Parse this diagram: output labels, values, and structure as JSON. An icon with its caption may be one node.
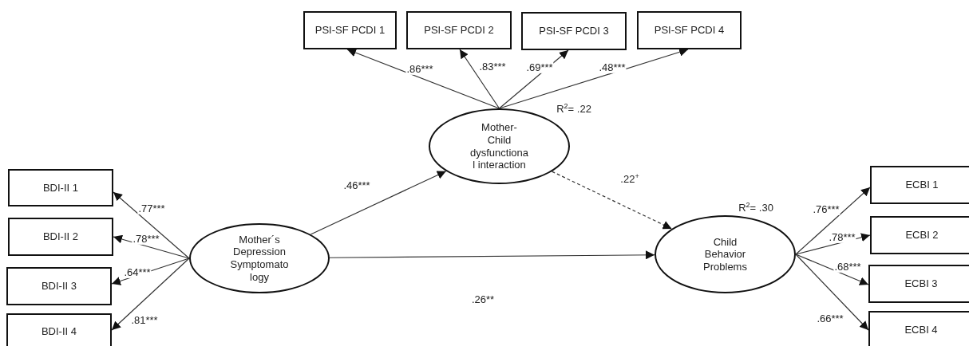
{
  "diagram": {
    "nodes": [
      {
        "text": [
          "PSI-SF PCDI 1"
        ]
      },
      {
        "text": [
          "PSI-SF PCDI 2"
        ]
      },
      {
        "text": [
          "PSI-SF PCDI 3"
        ]
      },
      {
        "text": [
          "PSI-SF PCDI 4"
        ]
      },
      {
        "text": [
          "Mother- Child dysfunctiona l interaction"
        ]
      },
      {
        "text": [
          "Mother´s Depression Symptomato logy"
        ]
      },
      {
        "text": [
          "Child Behavior Problems"
        ]
      },
      {
        "text": [
          "BDI-II 1"
        ]
      },
      {
        "text": [
          "BDI-II 2"
        ]
      },
      {
        "text": [
          "BDI-II 3"
        ]
      },
      {
        "text": [
          "BDI-II 4"
        ]
      },
      {
        "text": [
          "ECBI 1"
        ]
      },
      {
        "text": [
          "ECBI 2"
        ]
      },
      {
        "text": [
          "ECBI 3"
        ]
      },
      {
        "text": [
          "ECBI 4"
        ]
      }
    ],
    "edges": [
      {
        "from": 4,
        "to": 0,
        "arrow": "to",
        "label": ".86***"
      },
      {
        "from": 4,
        "to": 1,
        "arrow": "to",
        "label": ".83***"
      },
      {
        "from": 4,
        "to": 2,
        "arrow": "to",
        "label": ".69***"
      },
      {
        "from": 4,
        "to": 3,
        "arrow": "to",
        "label": ".48***"
      },
      {
        "from": 5,
        "to": 4,
        "arrow": "to",
        "label": ".46***"
      },
      {
        "from": 4,
        "to": 6,
        "arrow": "to",
        "label": ".22$^{+}$",
        "style": "dashed"
      },
      {
        "from": 5,
        "to": 6,
        "arrow": "to",
        "label": ".26**"
      },
      {
        "from": 5,
        "to": 7,
        "arrow": "to",
        "label": ".77***"
      },
      {
        "from": 5,
        "to": 8,
        "arrow": "to",
        "label": ".78***"
      },
      {
        "from": 5,
        "to": 9,
        "arrow": "to",
        "label": ".64***"
      },
      {
        "from": 5,
        "to": 10,
        "arrow": "to",
        "label": ".81***"
      },
      {
        "from": 6,
        "to": 11,
        "arrow": "to",
        "label": ".76***"
      },
      {
        "from": 6,
        "to": 12,
        "arrow": "to",
        "label": ".78***"
      },
      {
        "from": 6,
        "to": 13,
        "arrow": "to",
        "label": ".68***"
      },
      {
        "from": 6,
        "to": 14,
        "arrow": "to",
        "label": ".66***"
      }
    ],
    "labels": [
      "R$^{2}$= .22",
      "R$^{2}$= .30"
    ]
  }
}
